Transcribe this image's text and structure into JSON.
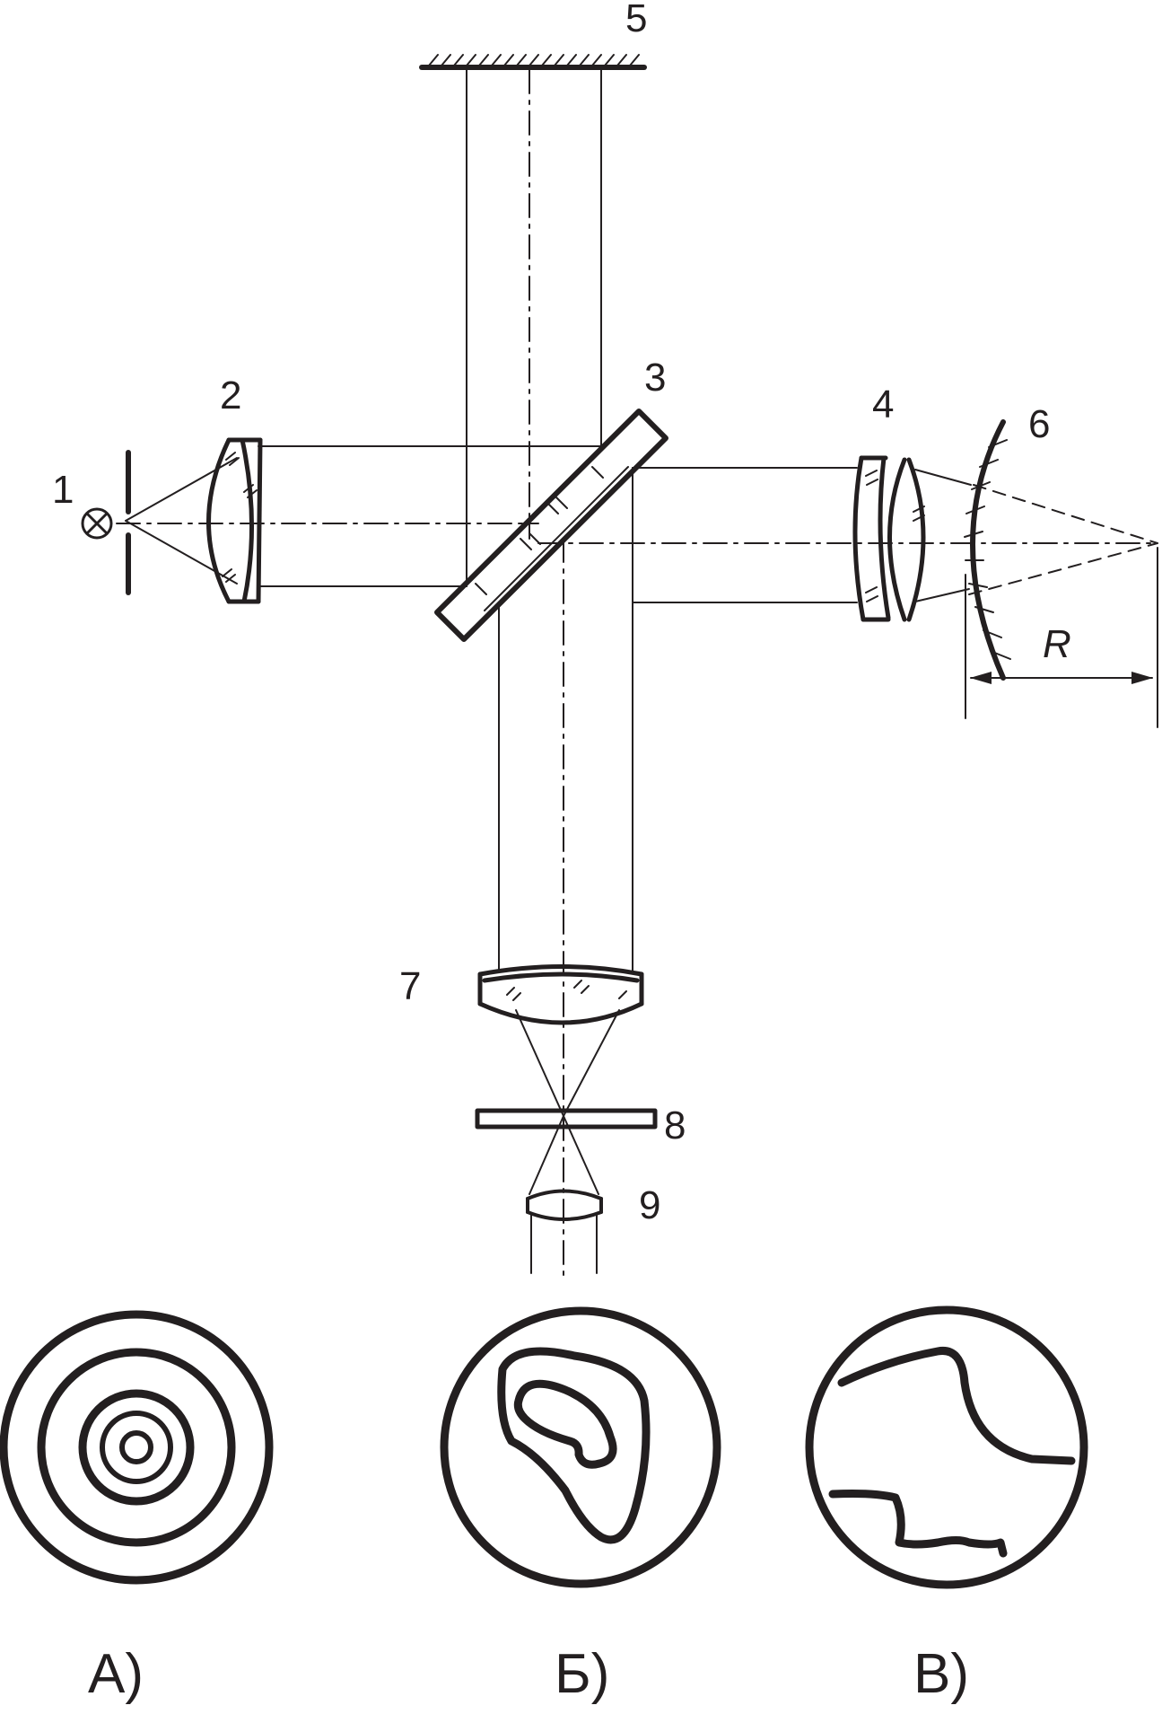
{
  "labels": {
    "source": "1",
    "collimator": "2",
    "beam_splitter": "3",
    "test_objective": "4",
    "reference_mirror": "5",
    "test_surface": "6",
    "objective": "7",
    "screen": "8",
    "eyepiece": "9",
    "radius": "R"
  },
  "panels": [
    {
      "caption": "А)"
    },
    {
      "caption": "Б)"
    },
    {
      "caption": "В)"
    }
  ],
  "colors": {
    "ink": "#231f20",
    "background": "#ffffff"
  }
}
